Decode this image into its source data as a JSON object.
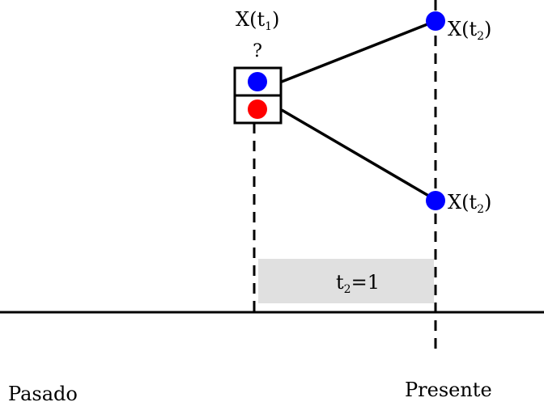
{
  "labels": {
    "x_t1": {
      "base": "X(t",
      "sub": "1",
      "close": ")"
    },
    "question_mark": "?",
    "x_t2_top": {
      "base": "X(t",
      "sub": "2",
      "close": ")"
    },
    "x_t2_bottom": {
      "base": "X(t",
      "sub": "2",
      "close": ")"
    },
    "interval": {
      "base": "t",
      "sub": "2",
      "rest": "=1"
    },
    "past": "Pasado",
    "present": "Presente"
  },
  "colors": {
    "blue": "#0000ff",
    "red": "#ff0000",
    "interval_fill": "#e0e0e0",
    "line": "#000000"
  }
}
